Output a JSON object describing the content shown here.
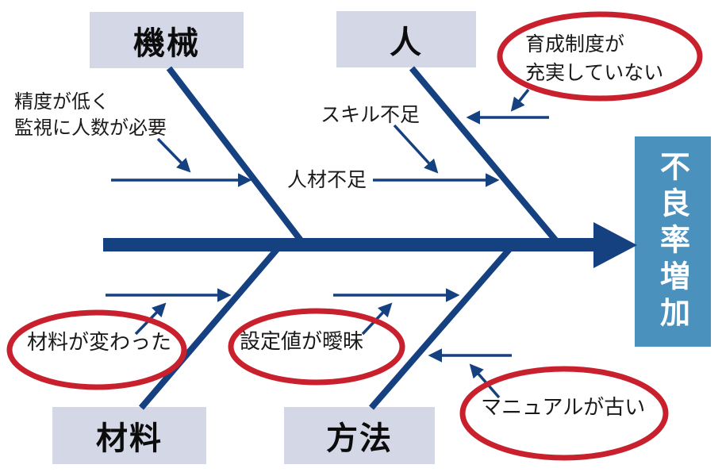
{
  "diagram": {
    "type": "ishikawa-fishbone",
    "effect": "不良率増加",
    "categories": {
      "machine": "機械",
      "person": "人",
      "material": "材料",
      "method": "方法"
    },
    "causes": {
      "precision": {
        "line1": "精度が低く",
        "line2": "監視に人数が必要"
      },
      "skill": "スキル不足",
      "staff_shortage": "人材不足",
      "training": {
        "line1": "育成制度が",
        "line2": "充実していない"
      },
      "material_changed": "材料が変わった",
      "setting_vague": "設定値が曖昧",
      "manual_old": "マニュアルが古い"
    },
    "highlighted_causes": [
      "育成制度が充実していない",
      "材料が変わった",
      "設定値が曖昧",
      "マニュアルが古い"
    ],
    "colors": {
      "bone": "#164180",
      "highlight_ellipse": "#c9202e",
      "category_box": "#d4d7e6",
      "effect_box": "#4a91be",
      "effect_text": "#ffffff",
      "text": "#1a1a1a"
    }
  }
}
